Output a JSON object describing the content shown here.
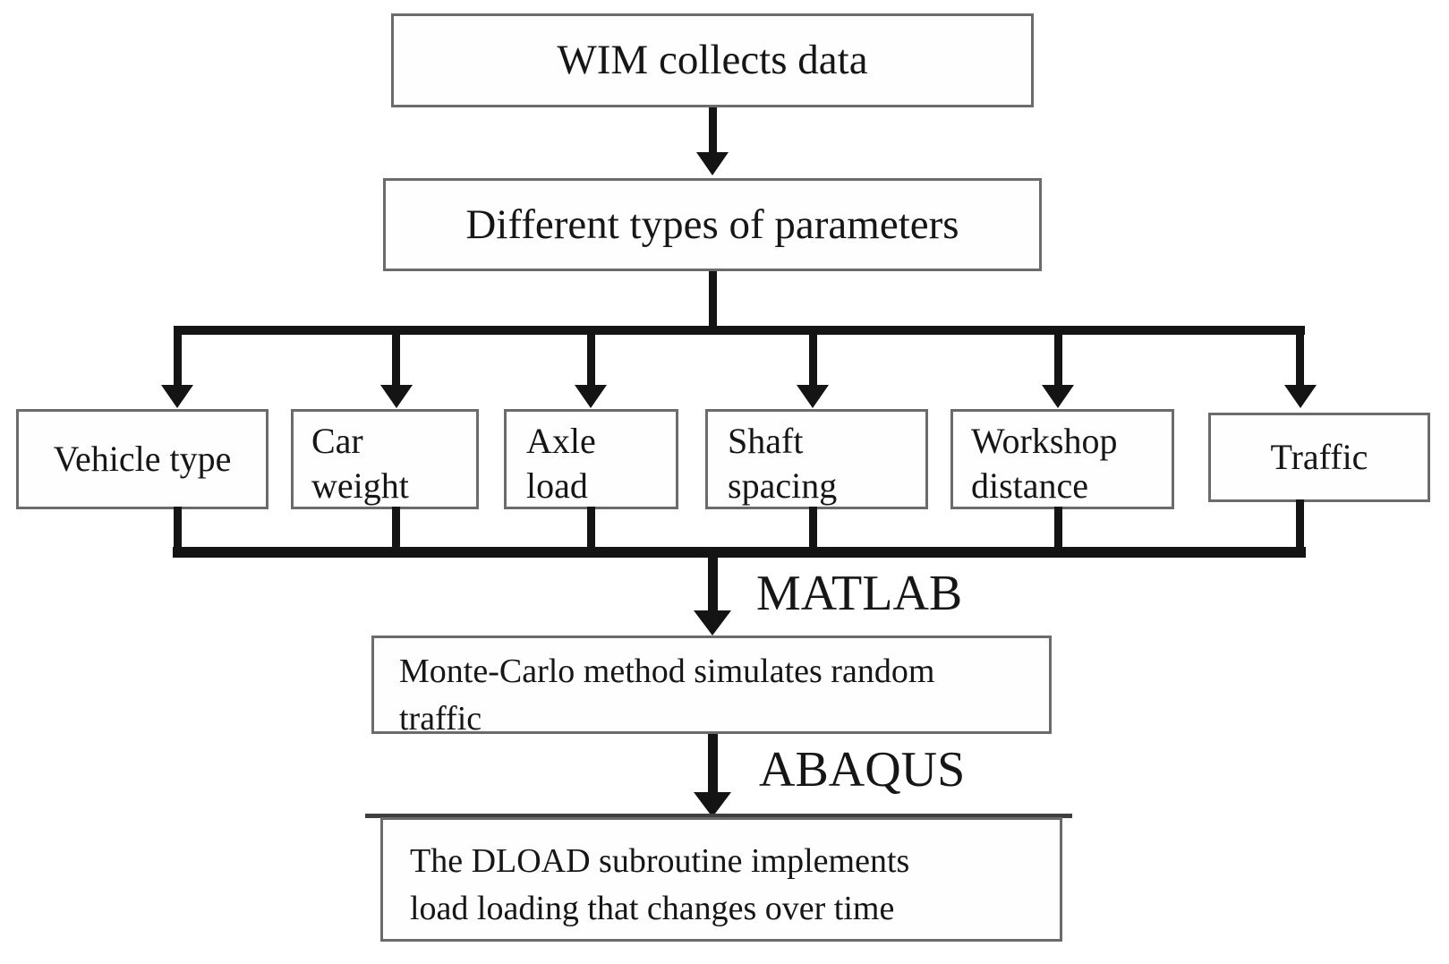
{
  "nodes": {
    "wim": "WIM collects data",
    "params": "Different types of parameters",
    "vehicle_type": "Vehicle type",
    "car_weight": "Car\nweight",
    "axle_load": "Axle\nload",
    "shaft_spacing": "Shaft\nspacing",
    "workshop_distance": "Workshop\ndistance",
    "traffic": "Traffic",
    "monte_carlo": "Monte-Carlo method simulates random\ntraffic",
    "dload": "The DLOAD subroutine implements\nload loading that changes over time"
  },
  "edge_labels": {
    "matlab": "MATLAB",
    "abaqus": "ABAQUS"
  },
  "colors": {
    "background": "#ffffff",
    "box_border": "#6b6b6b",
    "connector": "#141414",
    "text": "#161616"
  }
}
